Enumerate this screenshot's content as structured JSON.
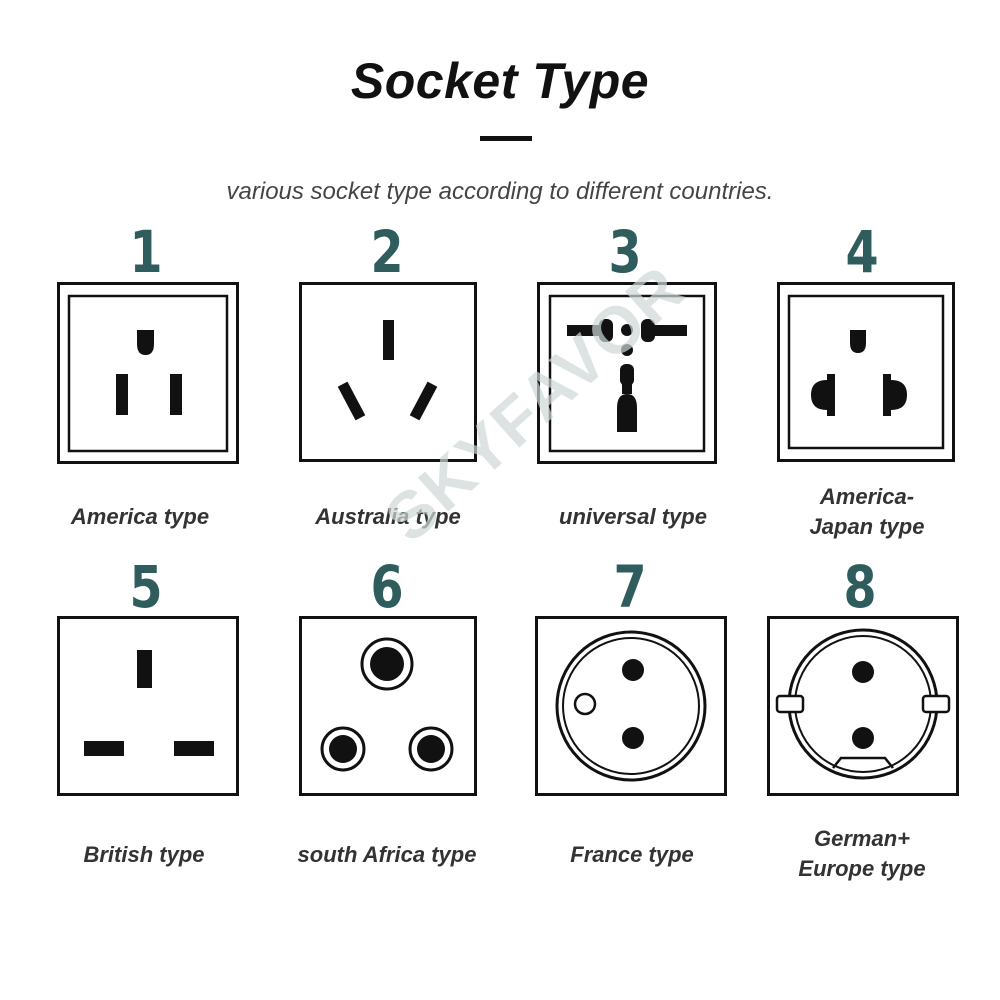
{
  "header": {
    "title": "Socket Type",
    "subtitle": "various socket type according to different countries."
  },
  "watermark": "SKYFAVOR",
  "colors": {
    "number": "#2f5d5d",
    "title": "#111111",
    "subtitle": "#444444",
    "label": "#333333"
  },
  "sockets": [
    {
      "number": "1",
      "label_lines": [
        "America type",
        ""
      ]
    },
    {
      "number": "2",
      "label_lines": [
        "Australia type",
        ""
      ]
    },
    {
      "number": "3",
      "label_lines": [
        "universal type",
        ""
      ]
    },
    {
      "number": "4",
      "label_lines": [
        "America-",
        "Japan type"
      ]
    },
    {
      "number": "5",
      "label_lines": [
        "British type",
        ""
      ]
    },
    {
      "number": "6",
      "label_lines": [
        "south Africa type",
        ""
      ]
    },
    {
      "number": "7",
      "label_lines": [
        "France type",
        ""
      ]
    },
    {
      "number": "8",
      "label_lines": [
        "German+",
        "Europe type"
      ]
    }
  ]
}
